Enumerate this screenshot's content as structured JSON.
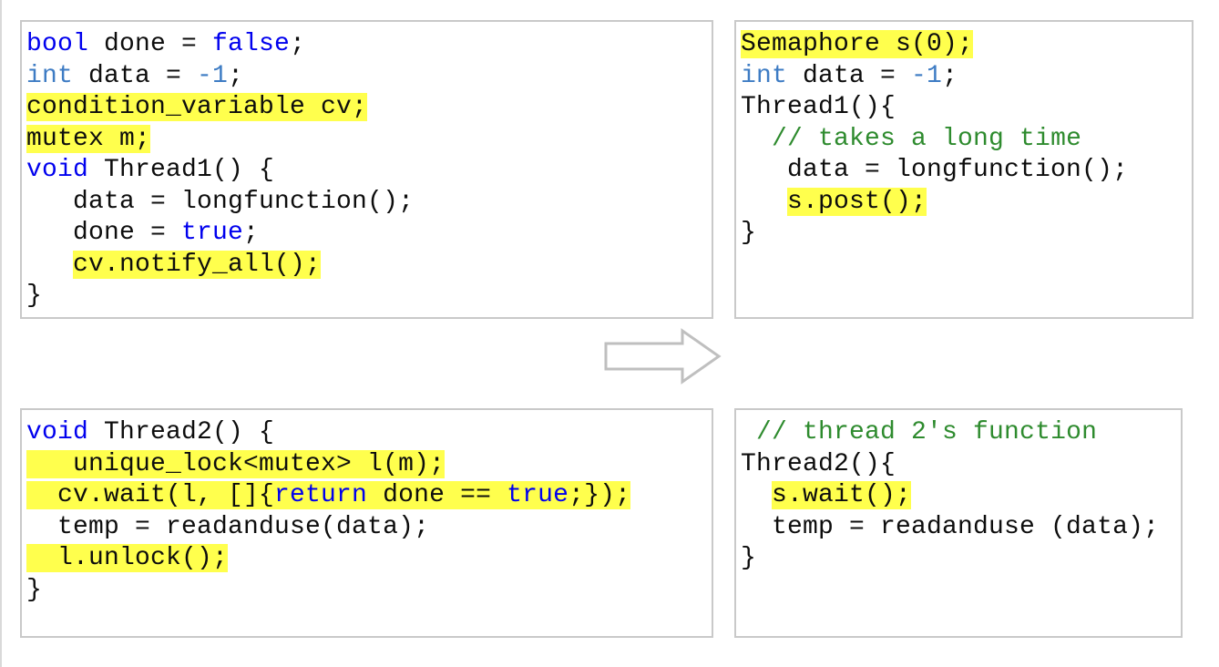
{
  "colors": {
    "keyword": "#0000ee",
    "type": "#3e7cc4",
    "comment": "#2e8b2e",
    "text": "#0d0d0d",
    "highlight": "#ffff4d",
    "box_border": "#c9c9c9",
    "arrow": "#bfbfbf",
    "edge": "#d9d9d9"
  },
  "arrow": {
    "direction": "right",
    "style": "outlined-block-arrow"
  },
  "boxes": [
    {
      "position": "tl",
      "name": "condition-variable-thread1-code",
      "lines": [
        [
          {
            "t": "bool",
            "c": "kw"
          },
          {
            "t": " done = "
          },
          {
            "t": "false",
            "c": "kw"
          },
          {
            "t": ";"
          }
        ],
        [
          {
            "t": "int",
            "c": "ty"
          },
          {
            "t": " data = "
          },
          {
            "t": "-1",
            "c": "ty"
          },
          {
            "t": ";"
          }
        ],
        [
          {
            "t": "condition_variable cv;",
            "h": true
          }
        ],
        [
          {
            "t": "mutex m;",
            "h": true
          }
        ],
        [
          {
            "t": "void",
            "c": "kw"
          },
          {
            "t": " Thread1() {"
          }
        ],
        [
          {
            "t": "   data = longfunction();"
          }
        ],
        [
          {
            "t": "   done = "
          },
          {
            "t": "true",
            "c": "kw"
          },
          {
            "t": ";"
          }
        ],
        [
          {
            "t": "   "
          },
          {
            "t": "cv.notify_all();",
            "h": true
          }
        ],
        [
          {
            "t": "}"
          }
        ]
      ]
    },
    {
      "position": "tr",
      "name": "semaphore-thread1-code",
      "lines": [
        [
          {
            "t": "Semaphore s(0);",
            "h": true
          }
        ],
        [
          {
            "t": "int",
            "c": "ty"
          },
          {
            "t": " data = "
          },
          {
            "t": "-1",
            "c": "ty"
          },
          {
            "t": ";"
          }
        ],
        [
          {
            "t": "Thread1(){"
          }
        ],
        [
          {
            "t": "  "
          },
          {
            "t": "// takes a long time",
            "c": "cmt"
          }
        ],
        [
          {
            "t": "   data = longfunction();"
          }
        ],
        [
          {
            "t": "   "
          },
          {
            "t": "s.post();",
            "h": true
          }
        ],
        [
          {
            "t": "}"
          }
        ]
      ]
    },
    {
      "position": "bl",
      "name": "condition-variable-thread2-code",
      "lines": [
        [
          {
            "t": "void",
            "c": "kw"
          },
          {
            "t": " Thread2() {"
          }
        ],
        [
          {
            "t": "   unique_lock<mutex> l(m);",
            "h": true
          }
        ],
        [
          {
            "t": "  cv.wait(l, []{",
            "h": true
          },
          {
            "t": "return",
            "c": "kw",
            "h": true
          },
          {
            "t": " done == ",
            "h": true
          },
          {
            "t": "true",
            "c": "kw",
            "h": true
          },
          {
            "t": ";});",
            "h": true
          }
        ],
        [
          {
            "t": "  temp = readanduse(data);"
          }
        ],
        [
          {
            "t": "  l.unlock();",
            "h": true
          }
        ],
        [
          {
            "t": "}"
          }
        ]
      ]
    },
    {
      "position": "br",
      "name": "semaphore-thread2-code",
      "lines": [
        [
          {
            "t": " "
          },
          {
            "t": "// thread 2's function",
            "c": "cmt"
          }
        ],
        [
          {
            "t": "Thread2(){"
          }
        ],
        [
          {
            "t": "  "
          },
          {
            "t": "s.wait();",
            "h": true
          }
        ],
        [
          {
            "t": "  temp = readanduse (data);"
          }
        ],
        [
          {
            "t": "}"
          }
        ]
      ]
    }
  ]
}
